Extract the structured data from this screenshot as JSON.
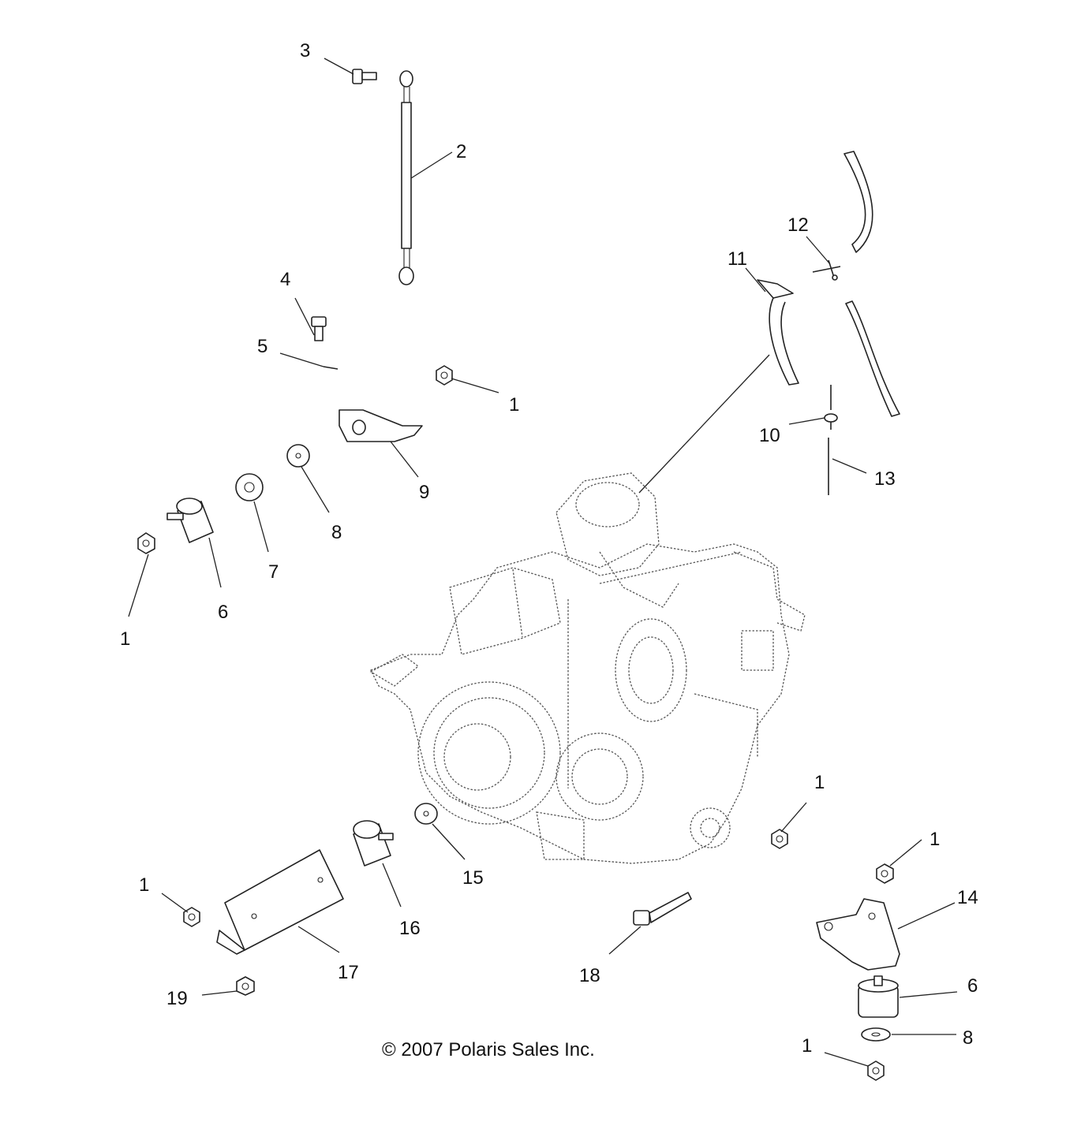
{
  "copyright": "© 2007 Polaris Sales Inc.",
  "callouts": [
    {
      "id": "c3",
      "text": "3"
    },
    {
      "id": "c2",
      "text": "2"
    },
    {
      "id": "c12",
      "text": "12"
    },
    {
      "id": "c11",
      "text": "11"
    },
    {
      "id": "c4",
      "text": "4"
    },
    {
      "id": "c5",
      "text": "5"
    },
    {
      "id": "c1a",
      "text": "1"
    },
    {
      "id": "c9",
      "text": "9"
    },
    {
      "id": "c10",
      "text": "10"
    },
    {
      "id": "c13",
      "text": "13"
    },
    {
      "id": "c8a",
      "text": "8"
    },
    {
      "id": "c7",
      "text": "7"
    },
    {
      "id": "c6a",
      "text": "6"
    },
    {
      "id": "c1b",
      "text": "1"
    },
    {
      "id": "c1c",
      "text": "1"
    },
    {
      "id": "c1d",
      "text": "1"
    },
    {
      "id": "c14",
      "text": "14"
    },
    {
      "id": "c15",
      "text": "15"
    },
    {
      "id": "c16",
      "text": "16"
    },
    {
      "id": "c1e",
      "text": "1"
    },
    {
      "id": "c17",
      "text": "17"
    },
    {
      "id": "c18",
      "text": "18"
    },
    {
      "id": "c6b",
      "text": "6"
    },
    {
      "id": "c19",
      "text": "19"
    },
    {
      "id": "c8b",
      "text": "8"
    },
    {
      "id": "c1f",
      "text": "1"
    }
  ]
}
